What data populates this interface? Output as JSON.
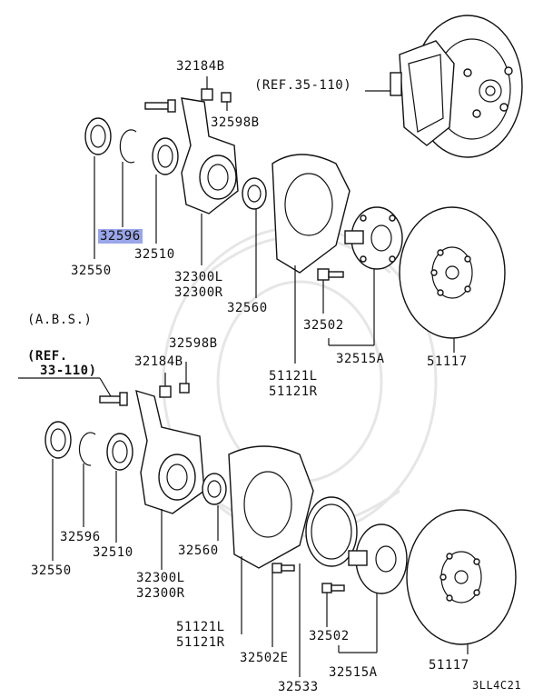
{
  "ref_top": "(REF.35-110)",
  "ref_abs_a": "(REF.",
  "ref_abs_b": "33-110)",
  "abs": "(A.B.S.)",
  "code": "3LL4C21",
  "top": {
    "p32184B": "32184B",
    "p32598B": "32598B",
    "p32596": "32596",
    "p32510": "32510",
    "p32550": "32550",
    "p32300L": "32300L",
    "p32300R": "32300R",
    "p32560": "32560",
    "p32502": "32502",
    "p32515A": "32515A",
    "p51121L": "51121L",
    "p51121R": "51121R",
    "p51117": "51117"
  },
  "bottom": {
    "p32184B": "32184B",
    "p32598B": "32598B",
    "p32596": "32596",
    "p32510": "32510",
    "p32550": "32550",
    "p32300L": "32300L",
    "p32300R": "32300R",
    "p32560": "32560",
    "p32502": "32502",
    "p32502E": "32502E",
    "p32515A": "32515A",
    "p51121L": "51121L",
    "p51121R": "51121R",
    "p51117": "51117",
    "p32533": "32533"
  },
  "highlight_color": "#9aa6e8"
}
